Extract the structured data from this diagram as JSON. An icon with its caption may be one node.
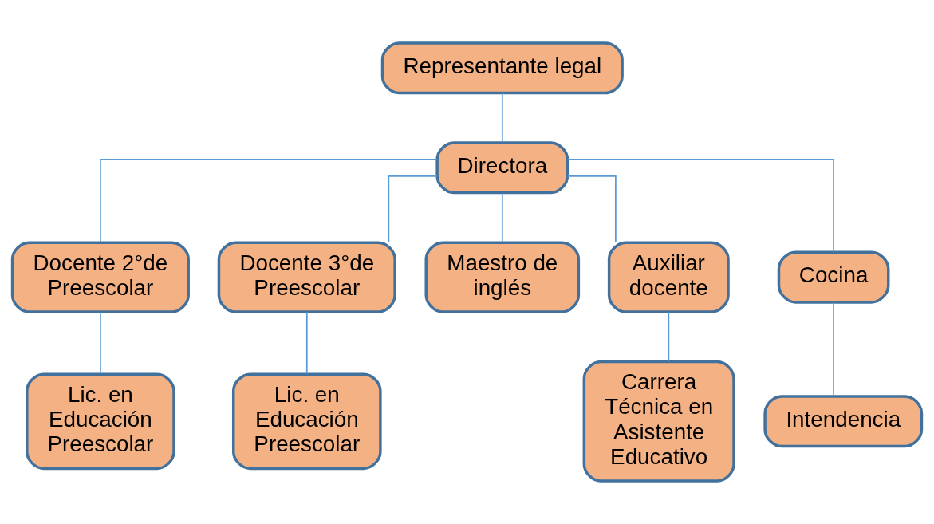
{
  "diagram": {
    "nodes": [
      {
        "text": [
          "Representante legal"
        ]
      },
      {
        "text": [
          "Directora"
        ]
      },
      {
        "text": [
          "Docente 2°de Preescolar"
        ]
      },
      {
        "text": [
          "Docente 3°de Preescolar"
        ]
      },
      {
        "text": [
          "Maestro de inglés"
        ]
      },
      {
        "text": [
          "Auxiliar docente"
        ]
      },
      {
        "text": [
          "Cocina"
        ]
      },
      {
        "text": [
          "Lic. en Educación Preescolar"
        ]
      },
      {
        "text": [
          "Lic. en Educación Preescolar"
        ]
      },
      {
        "text": [
          "Carrera Técnica en Asistente Educativo"
        ]
      },
      {
        "text": [
          "Intendencia"
        ]
      }
    ],
    "edges": [
      {
        "from": 0,
        "to": 1,
        "arrow": "none"
      },
      {
        "from": 1,
        "to": 2,
        "arrow": "none"
      },
      {
        "from": 1,
        "to": 3,
        "arrow": "none"
      },
      {
        "from": 1,
        "to": 4,
        "arrow": "none"
      },
      {
        "from": 1,
        "to": 5,
        "arrow": "none"
      },
      {
        "from": 1,
        "to": 6,
        "arrow": "none"
      },
      {
        "from": 2,
        "to": 7,
        "arrow": "none"
      },
      {
        "from": 3,
        "to": 8,
        "arrow": "none"
      },
      {
        "from": 5,
        "to": 9,
        "arrow": "none"
      },
      {
        "from": 6,
        "to": 10,
        "arrow": "none"
      }
    ]
  }
}
